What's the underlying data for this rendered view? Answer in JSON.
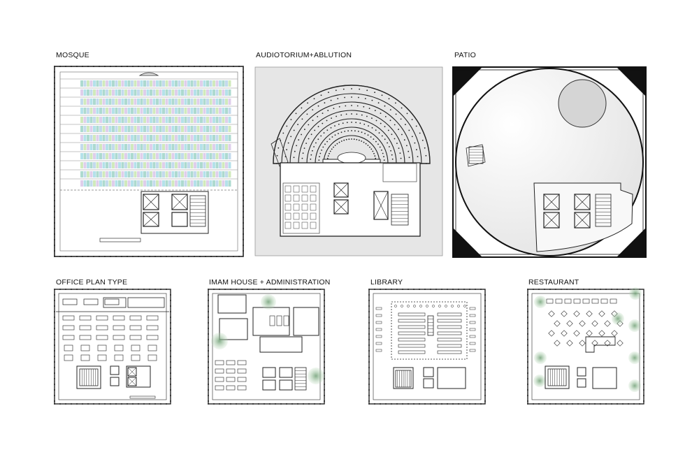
{
  "panels": {
    "mosque": {
      "title": "MOSQUE"
    },
    "auditorium": {
      "title": "AUDIOTORIUM+ABLUTION"
    },
    "patio": {
      "title": "PATIO"
    },
    "office": {
      "title": "OFFICE PLAN TYPE"
    },
    "imam": {
      "title": "IMAM HOUSE + ADMINISTRATION"
    },
    "library": {
      "title": "LIBRARY"
    },
    "restaurant": {
      "title": "RESTAURANT"
    }
  },
  "colors": {
    "line": "#222222",
    "auditorium_bg": "#e6e6e6",
    "patio_bg": "#eeeeee",
    "prayer_rows": [
      "#9fd3c7",
      "#b8d4ea",
      "#c8e6b0",
      "#d9c6e8",
      "#a7dce6"
    ],
    "tree": "#8fb893"
  }
}
